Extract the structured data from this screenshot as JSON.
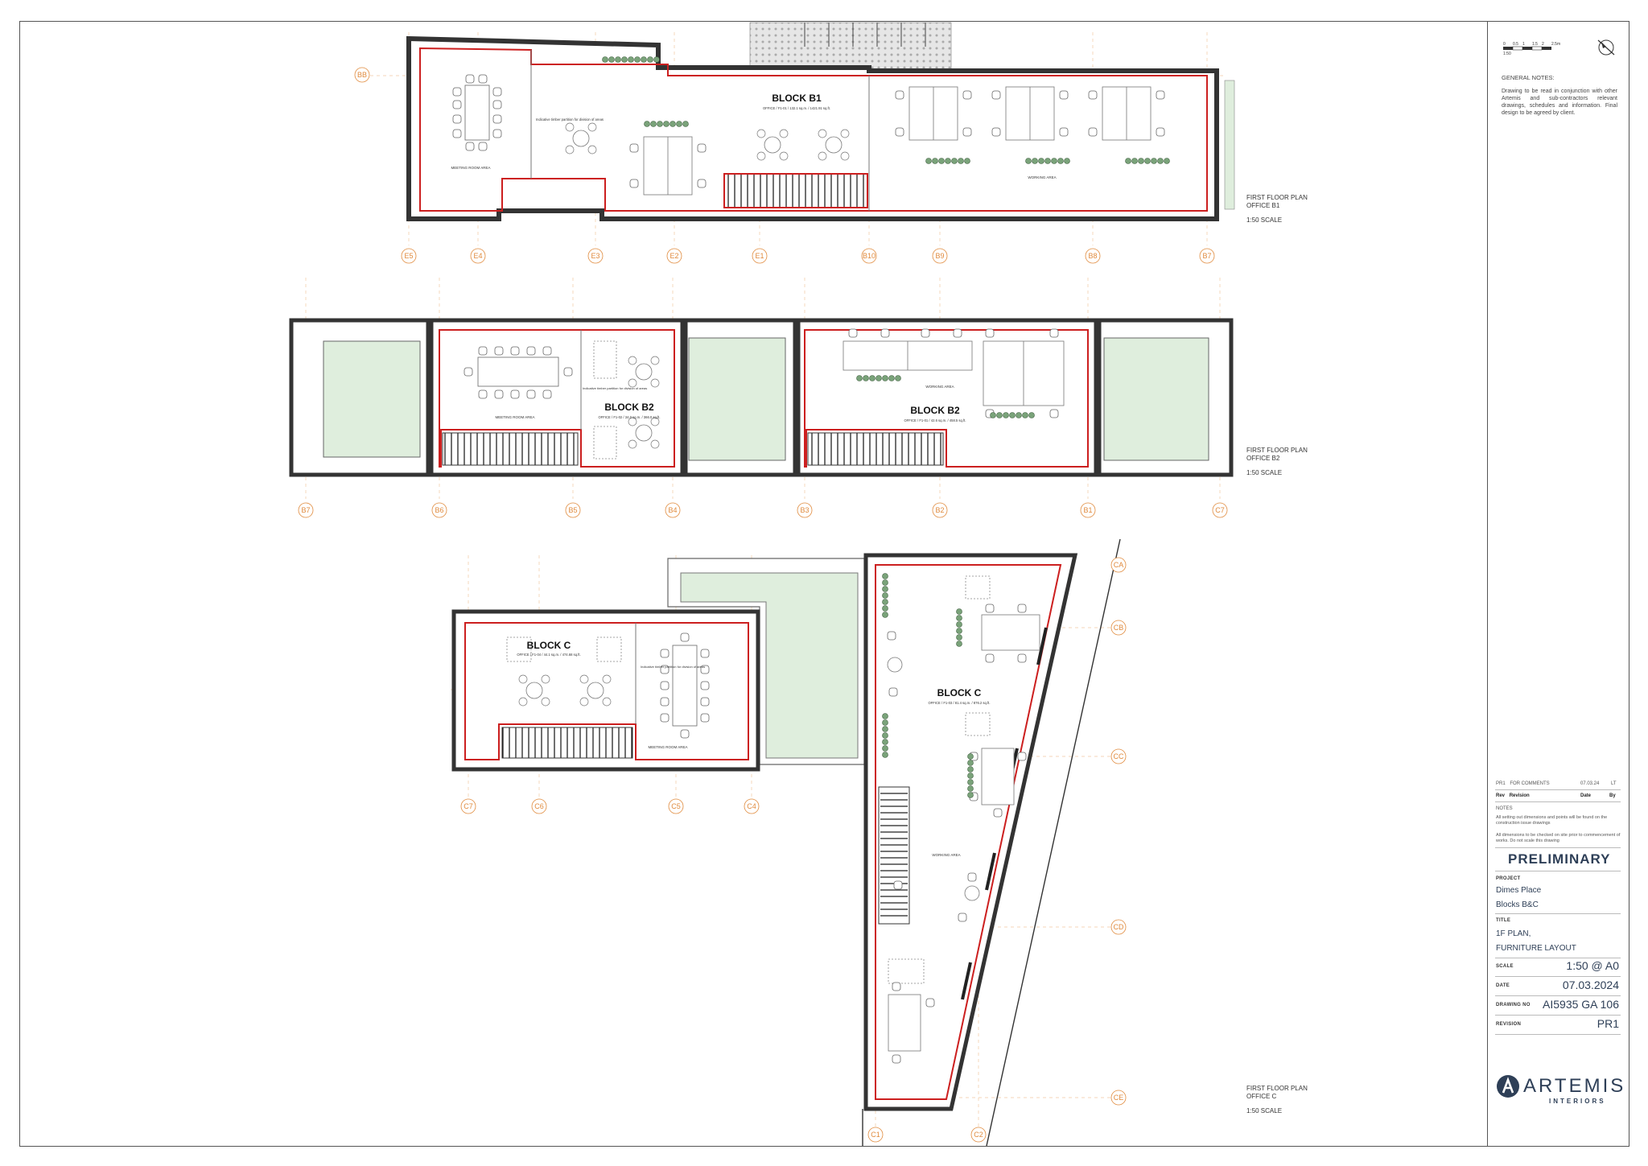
{
  "plans": {
    "b1": {
      "block_title": "BLOCK B1",
      "area_text": "OFFICE / F1-01 / 132.1 sq.m. / 1421.91 sq.ft.",
      "meeting_label": "MEETING ROOM AREA",
      "working_label": "WORKING AREA",
      "partition_note": "Indicative timber partition for division of areas",
      "caption": [
        "FIRST FLOOR PLAN",
        "OFFICE B1",
        "1:50 SCALE"
      ],
      "grid_top": "BB",
      "grid_bottom": [
        "E5",
        "E4",
        "E3",
        "E2",
        "E1",
        "B10",
        "B9",
        "B8",
        "B7"
      ]
    },
    "b2": {
      "block_title_left": "BLOCK B2",
      "block_title_right": "BLOCK B2",
      "area_text_left": "OFFICE / F1-02 / 34.0 sq.m. / 366.0 sq.ft.",
      "area_text_right": "OFFICE / F1-01 / 42.6 sq.m. / 458.5 sq.ft.",
      "meeting_label": "MEETING ROOM AREA",
      "working_label": "WORKING AREA",
      "partition_note": "Indicative timber partition for division of areas",
      "caption": [
        "FIRST FLOOR PLAN",
        "OFFICE B2",
        "1:50 SCALE"
      ],
      "grid_bottom": [
        "B7",
        "B6",
        "B5",
        "B4",
        "B3",
        "B2",
        "B1",
        "C7"
      ]
    },
    "c": {
      "block_title_left": "BLOCK C",
      "block_title_right": "BLOCK C",
      "area_text_left": "OFFICE / F1-04 / 44.1 sq.m. / 474.68 sq.ft.",
      "area_text_right": "OFFICE / F1-03 / 81.4 sq.m. / 876.2 sq.ft.",
      "meeting_label": "MEETING ROOM AREA",
      "working_label": "WORKING AREA",
      "partition_note": "Indicative timber partition for division of areas",
      "caption": [
        "FIRST FLOOR PLAN",
        "OFFICE C",
        "1:50 SCALE"
      ],
      "grid_bottom": [
        "C7",
        "C6",
        "C5",
        "C4"
      ],
      "grid_bottom_right": [
        "C1",
        "C2"
      ],
      "grid_right": [
        "CA",
        "CB",
        "CC",
        "CD",
        "CE"
      ]
    }
  },
  "title_block": {
    "scale_bar_ticks": [
      "0",
      "0.5",
      "1",
      "1.5",
      "2",
      "2.5m"
    ],
    "scale_bar_caption": "1:50",
    "general_notes_heading": "GENERAL NOTES:",
    "general_notes_text": "Drawing to be read in conjunction with other Artemis and sub-contractors relevant drawings, schedules and information. Final design to be agreed by client.",
    "revision_row": {
      "rev": "PR1",
      "desc": "FOR COMMENTS",
      "date": "07.03.24",
      "by": "LT"
    },
    "revision_header": {
      "rev": "Rev",
      "desc": "Revision",
      "date": "Date",
      "by": "By"
    },
    "notes_heading": "NOTES",
    "notes_1": "All setting out dimensions and points will be found on the construction issue drawings",
    "notes_2": "All dimensions to be checked on site prior to commencement of works. Do not scale this drawing",
    "status": "PRELIMINARY",
    "project_label": "PROJECT",
    "project_line1": "Dimes Place",
    "project_line2": "Blocks B&C",
    "title_label": "TITLE",
    "title_line1": "1F PLAN,",
    "title_line2": "FURNITURE LAYOUT",
    "scale_label": "SCALE",
    "scale_value": "1:50 @ A0",
    "date_label": "DATE",
    "date_value": "07.03.2024",
    "drawing_no_label": "DRAWING NO",
    "drawing_no_value": "AI5935 GA 106",
    "revision_label": "REVISION",
    "revision_value": "PR1",
    "logo_name": "ARTEMIS",
    "logo_sub": "INTERIORS",
    "logo_icon": "artemis-a-logo-icon",
    "north_icon": "north-arrow-icon"
  },
  "colors": {
    "wall_outline": "#cc1f1f",
    "grid_label": "#e08a3c",
    "landscape": "#dfeedd",
    "planting": "#5f8f5f",
    "brand": "#2e3f57"
  }
}
